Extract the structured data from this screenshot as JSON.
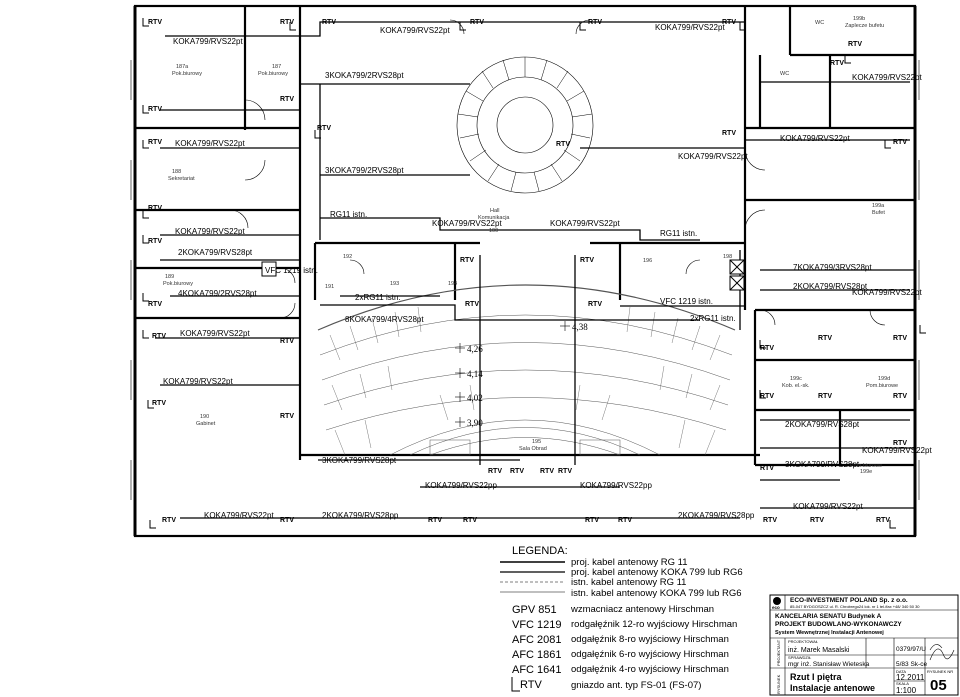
{
  "plan": {
    "room_labels": [
      {
        "text": "187a",
        "sub": "Pok.biurowy"
      },
      {
        "text": "187",
        "sub": "Pok.biurowy"
      },
      {
        "text": "188",
        "sub": "Sekretariat"
      },
      {
        "text": "189",
        "sub": "Pok.biurowy"
      },
      {
        "text": "190",
        "sub": "Gabinet"
      },
      {
        "text": "Hall",
        "sub": "Komunikacja"
      },
      {
        "text": "100",
        "sub": ""
      },
      {
        "text": "195",
        "sub": "Sala Obrad"
      },
      {
        "text": "199b",
        "sub": "Zaplecze bufetu"
      },
      {
        "text": "199a",
        "sub": "Bufet"
      },
      {
        "text": "199c",
        "sub": "Kob. el.-sk."
      },
      {
        "text": "199d",
        "sub": "Pom.biurowe"
      },
      {
        "text": "199e",
        "sub": "Pom.biurowe"
      }
    ],
    "small_numbers": [
      "192",
      "191",
      "193",
      "194",
      "196",
      "198"
    ],
    "wc": [
      "WC",
      "WC"
    ],
    "rtv": "RTV",
    "cable_labels": [
      "KOKA799/RVS22pt",
      "3KOKA799/2RVS28pt",
      "RG11 istn.",
      "2KOKA799/RVS28pt",
      "4KOKA799/2RVS28pt",
      "VFC 1219 istn.",
      "2xRG11 istn.",
      "8KOKA799/4RVS28pt",
      "7KOKA799/3RVS28pt",
      "3KOKA799/RVS28pt",
      "KOKA799/RVS22pp",
      "2KOKA799/RVS28pp"
    ],
    "levels": [
      "4,26",
      "4,14",
      "4,02",
      "3,90",
      "4,38"
    ]
  },
  "legend": {
    "title": "LEGENDA:",
    "lines": [
      "proj. kabel antenowy RG 11",
      "proj. kabel antenowy KOKA 799 lub RG6",
      "istn. kabel antenowy RG 11",
      "istn. kabel antenowy KOKA 799 lub RG6"
    ],
    "items": [
      {
        "code": "GPV 851",
        "desc": "wzmacniacz antenowy Hirschman"
      },
      {
        "code": "VFC 1219",
        "desc": "rodgałęźnik 12-ro wyjściowy Hirschman"
      },
      {
        "code": "AFC 2081",
        "desc": "odgałęźnik 8-ro wyjściowy Hirschman"
      },
      {
        "code": "AFC 1861",
        "desc": "odgałęźnik 6-ro wyjściowy Hirschman"
      },
      {
        "code": "AFC 1641",
        "desc": "odgałęźnik 4-ro wyjściowy Hirschman"
      },
      {
        "code": "RTV",
        "desc": "gniazdo ant. typ FS-01 (FS-07)"
      }
    ]
  },
  "title_block": {
    "logo": "eco",
    "company": "ECO-INVESTMENT POLAND Sp. z o.o.",
    "address": "85-047 BYDGOSZCZ ul. R. Chrobrego24 lok. nr 1  tel./fax +48/ 340 50 30",
    "project_line1": "KANCELARIA SENATU Budynek A",
    "project_line2": "PROJEKT BUDOWLANO-WYKONAWCZY",
    "project_line3": "System Wewnętrznej Instalacji Antenowej",
    "side_label": "PROJEKTANT",
    "role_designer": "PROJEKTOWAŁ",
    "designer": "inż. Marek Masalski",
    "designer_no": "0379/97/U",
    "role_checker": "SPRAWDZIŁ",
    "checker": "mgr inż. Stanisław Wieteska",
    "checker_no": "5/83 Sk-ce",
    "rys_label": "RYSUNEK",
    "drawing_title_1": "Rzut I piętra",
    "drawing_title_2": "Instalacje antenowe",
    "data_label": "DATA",
    "date": "12.2011",
    "scale_label": "SKALA",
    "scale": "1:100",
    "sheet_label": "RYSUNEK NR",
    "sheet_no": "05"
  }
}
